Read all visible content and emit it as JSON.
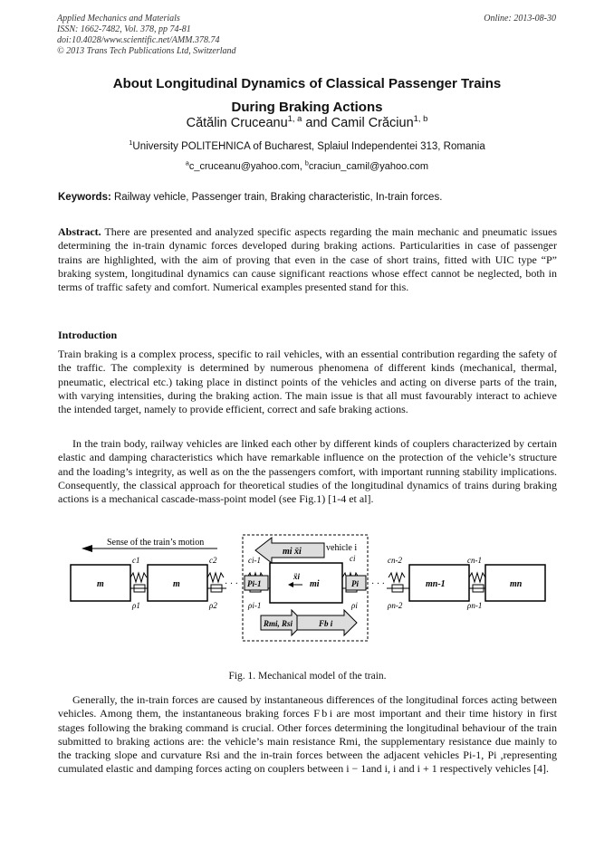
{
  "header": {
    "journal": "Applied Mechanics and Materials",
    "issn": "ISSN: 1662-7482, Vol. 378, pp 74-81",
    "doi": "doi:10.4028/www.scientific.net/AMM.378.74",
    "copyright": "© 2013 Trans Tech Publications Ltd, Switzerland",
    "online": "Online: 2013-08-30"
  },
  "title_line1": "About Longitudinal Dynamics of Classical Passenger Trains",
  "title_line2": "During Braking Actions",
  "authors": {
    "author1": "Cătălin Cruceanu",
    "author1_sup": "1, a",
    "and": " and ",
    "author2": "Camil Crăciun",
    "author2_sup": "1, b"
  },
  "affiliation": {
    "sup": "1",
    "text": "University POLITEHNICA of Bucharest, Splaiul Independentei 313, Romania"
  },
  "emails": {
    "a_sup": "a",
    "a": "c_cruceanu@yahoo.com, ",
    "b_sup": "b",
    "b": "craciun_camil@yahoo.com"
  },
  "keywords": {
    "label": "Keywords:",
    "text": " Railway vehicle, Passenger train, Braking characteristic, In-train forces."
  },
  "abstract": {
    "label": "Abstract.",
    "text": " There are presented and analyzed specific aspects regarding the main mechanic and pneumatic issues determining the in-train dynamic forces developed during braking actions. Particularities in case of passenger trains are highlighted, with the aim of proving that even in the case of short trains, fitted with UIC type “P” braking system, longitudinal dynamics can cause significant reactions whose effect cannot be neglected, both in terms of traffic safety and comfort. Numerical examples presented stand for this."
  },
  "introduction": {
    "heading": "Introduction",
    "p1": "Train braking is a complex process, specific to rail vehicles, with an essential contribution regarding the safety of the traffic. The complexity is determined by numerous phenomena of different kinds (mechanical, thermal, pneumatic, electrical etc.) taking place in distinct points of the vehicles and acting on diverse parts of the train, with varying intensities, during the braking action. The main issue is that all must favourably interact to achieve the intended target, namely to provide efficient, correct and safe braking actions.",
    "p2": "In the train body, railway vehicles are linked each other by different kinds of couplers characterized by certain elastic and damping characteristics which have remarkable influence on the protection of the vehicle’s structure and the loading’s integrity, as well as on the the passengers comfort, with important running stability implications. Consequently, the classical approach for theoretical studies of the longitudinal dynamics of trains during braking actions is a mechanical cascade-mass-point model (see Fig.1) [1-4 et al].",
    "p3": "Generally, the in-train forces are caused by instantaneous differences of the longitudinal forces acting between vehicles. Among them, the instantaneous braking forces F b i are most important and their time history in first stages following the braking command is crucial. Other forces determining the longitudinal behaviour of the train submitted to braking actions are: the vehicle’s main resistance Rmi, the supplementary resistance due mainly to the tracking slope and curvature Rsi and the in-train forces between the adjacent vehicles Pi-1, Pi ,representing cumulated elastic and damping forces acting on couplers between i − 1and i, i and i + 1 respectively vehicles [4]."
  },
  "figure": {
    "motion_label": "Sense of the train’s motion",
    "vehicle_label": "vehicle i",
    "inertia_label": "mi ẍi",
    "xi_label": "ẍi",
    "mass_m": "m",
    "mass_mi": "mi",
    "mass_mn1": "mn-1",
    "mass_mn": "mn",
    "c1": "c1",
    "c2": "c2",
    "ci1": "ci-1",
    "ci": "ci",
    "cn2": "cn-2",
    "cn1": "cn-1",
    "r1": "ρ1",
    "r2": "ρ2",
    "ri1": "ρi-1",
    "ri": "ρi",
    "rn2": "ρn-2",
    "rn1": "ρn-1",
    "pi1": "Pi-1",
    "pi": "Pi",
    "rm_label": "Rmi, Rsi",
    "fb_label": "Fb i",
    "dots": "· · ·",
    "caption": "Fig. 1. Mechanical model of the train."
  }
}
